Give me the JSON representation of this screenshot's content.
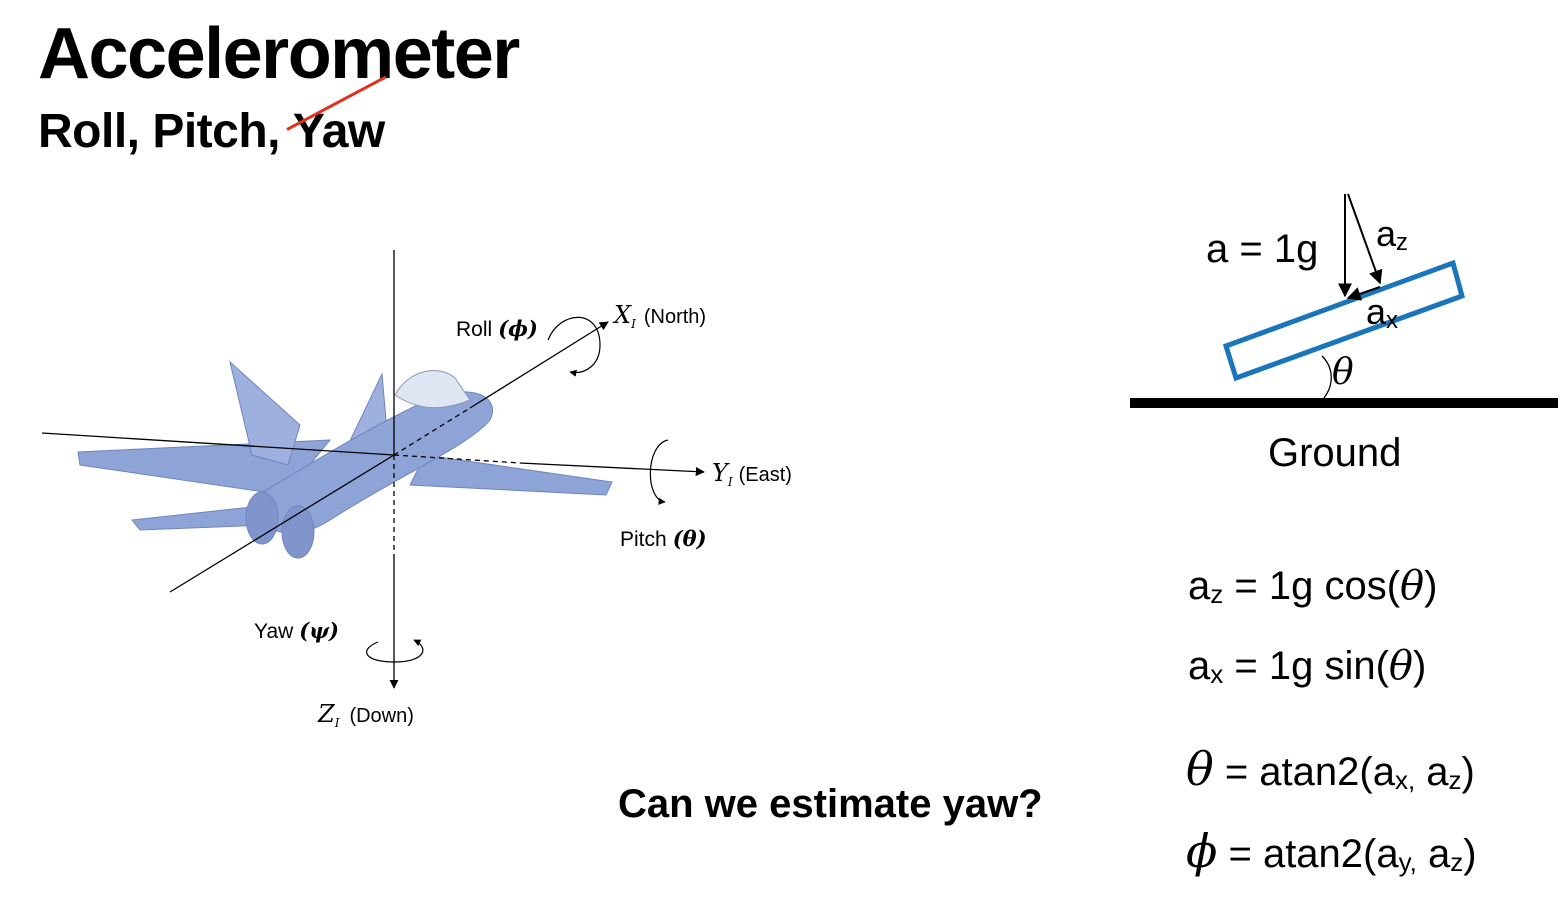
{
  "slide": {
    "title": "Accelerometer",
    "subtitle_prefix": "Roll, Pitch, ",
    "subtitle_struck": "Yaw",
    "question": "Can we estimate yaw?"
  },
  "aircraft_diagram": {
    "roll_label": "Roll",
    "roll_symbol": "(ϕ)",
    "x_axis_symbol": "X",
    "x_axis_sub": "I",
    "x_axis_note": "(North)",
    "y_axis_symbol": "Y",
    "y_axis_sub": "I",
    "y_axis_note": "(East)",
    "pitch_label": "Pitch",
    "pitch_symbol": "(θ)",
    "yaw_label": "Yaw",
    "yaw_symbol": "(ψ)",
    "z_axis_symbol": "Z",
    "z_axis_sub": "I",
    "z_axis_note": "(Down)",
    "aircraft_color": "#8ea3d6"
  },
  "tilt_diagram": {
    "a_label": "a = 1g",
    "az_base": "a",
    "az_sub": "z",
    "ax_base": "a",
    "ax_sub": "x",
    "theta": "θ",
    "ground_label": "Ground",
    "sensor_color": "#1b75bb"
  },
  "equations": {
    "eq1": {
      "lhs_base": "a",
      "lhs_sub": "z",
      "mid": " = 1g cos(",
      "sym": "θ",
      "end": ")"
    },
    "eq2": {
      "lhs_base": "a",
      "lhs_sub": "x",
      "mid": " = 1g sin(",
      "sym": "θ",
      "end": ")"
    },
    "eq3": {
      "sym": "θ",
      "mid": " = atan2(a",
      "sub1": "x,",
      "mid2": " a",
      "sub2": "z",
      "end": ")"
    },
    "eq4": {
      "sym": "ϕ",
      "mid": " = atan2(a",
      "sub1": "y,",
      "mid2": " a",
      "sub2": "z",
      "end": ")"
    }
  }
}
